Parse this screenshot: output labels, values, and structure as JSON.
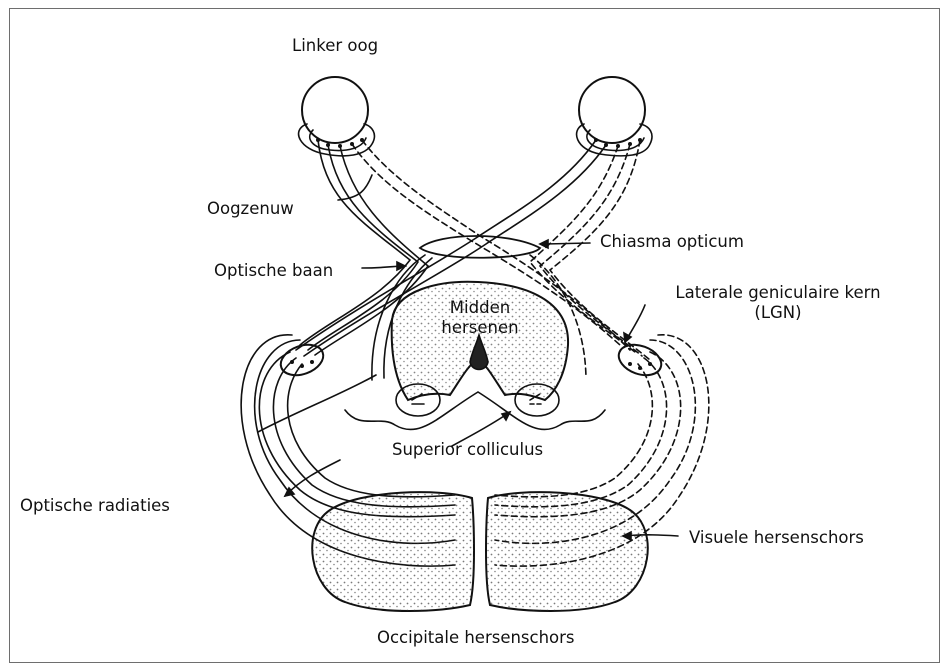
{
  "labels": {
    "left_eye": "Linker oog",
    "optic_nerve": "Oogzenuw",
    "optic_chiasm": "Chiasma opticum",
    "optic_tract": "Optische baan",
    "midbrain_line1": "Midden",
    "midbrain_line2": "hersenen",
    "lgn_line1": "Laterale geniculaire kern",
    "lgn_line2": "(LGN)",
    "superior_colliculus": "Superior colliculus",
    "optic_radiations": "Optische radiaties",
    "visual_cortex": "Visuele hersenschors",
    "occipital_cortex": "Occipitale hersenschors"
  },
  "colors": {
    "ink": "#111111",
    "frame": "#6e6e6e",
    "background": "#ffffff"
  }
}
